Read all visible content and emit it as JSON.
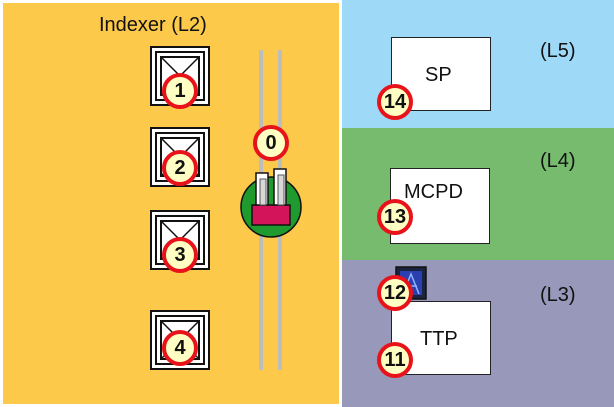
{
  "zones": {
    "indexer": {
      "label": "Indexer (L2)",
      "color": "#fcc94a"
    },
    "l5": {
      "label": "(L5)",
      "color": "#9fd9f8"
    },
    "l4": {
      "label": "(L4)",
      "color": "#77bb6f"
    },
    "l3": {
      "label": "(L3)",
      "color": "#9898bb"
    }
  },
  "boxes": {
    "sp": "SP",
    "mcpd": "MCPD",
    "ttp": "TTP"
  },
  "markers": [
    "0",
    "1",
    "2",
    "3",
    "4",
    "11",
    "12",
    "13",
    "14"
  ],
  "colors": {
    "marker_ring": "#e8131a",
    "marker_fill": "#ffffc4",
    "robot_base": "#1f9a2f",
    "robot_body": "#d4145a",
    "rail": "#bdbdbd"
  },
  "icons": [
    "x-box-icon",
    "robot-icon",
    "sensor-icon"
  ]
}
